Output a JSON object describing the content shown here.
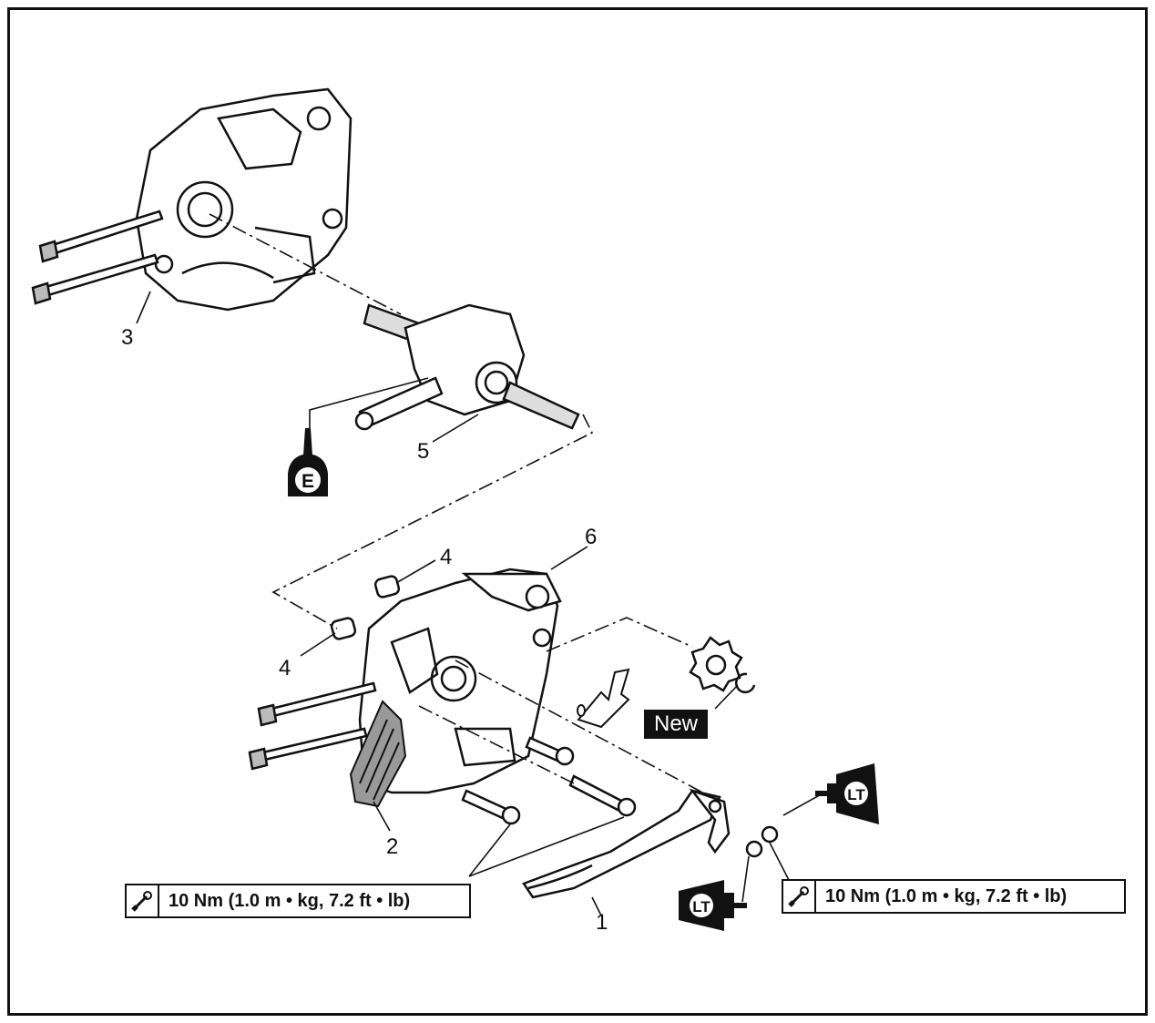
{
  "callouts": {
    "c1": "1",
    "c2": "2",
    "c3": "3",
    "c4a": "4",
    "c4b": "4",
    "c5": "5",
    "c6": "6"
  },
  "torque_left": "10 Nm (1.0 m • kg, 7.2 ft • lb)",
  "torque_right": "10 Nm (1.0 m • kg, 7.2 ft • lb)",
  "new_label": "New",
  "engine_oil_symbol": "E",
  "locktite_symbol_upper": "LT",
  "locktite_symbol_lower": "LT",
  "colors": {
    "line": "#111111",
    "background": "#ffffff"
  },
  "icons": [
    "wrench-icon",
    "oil-can-icon",
    "locktite-icon",
    "direction-arrow-icon"
  ]
}
